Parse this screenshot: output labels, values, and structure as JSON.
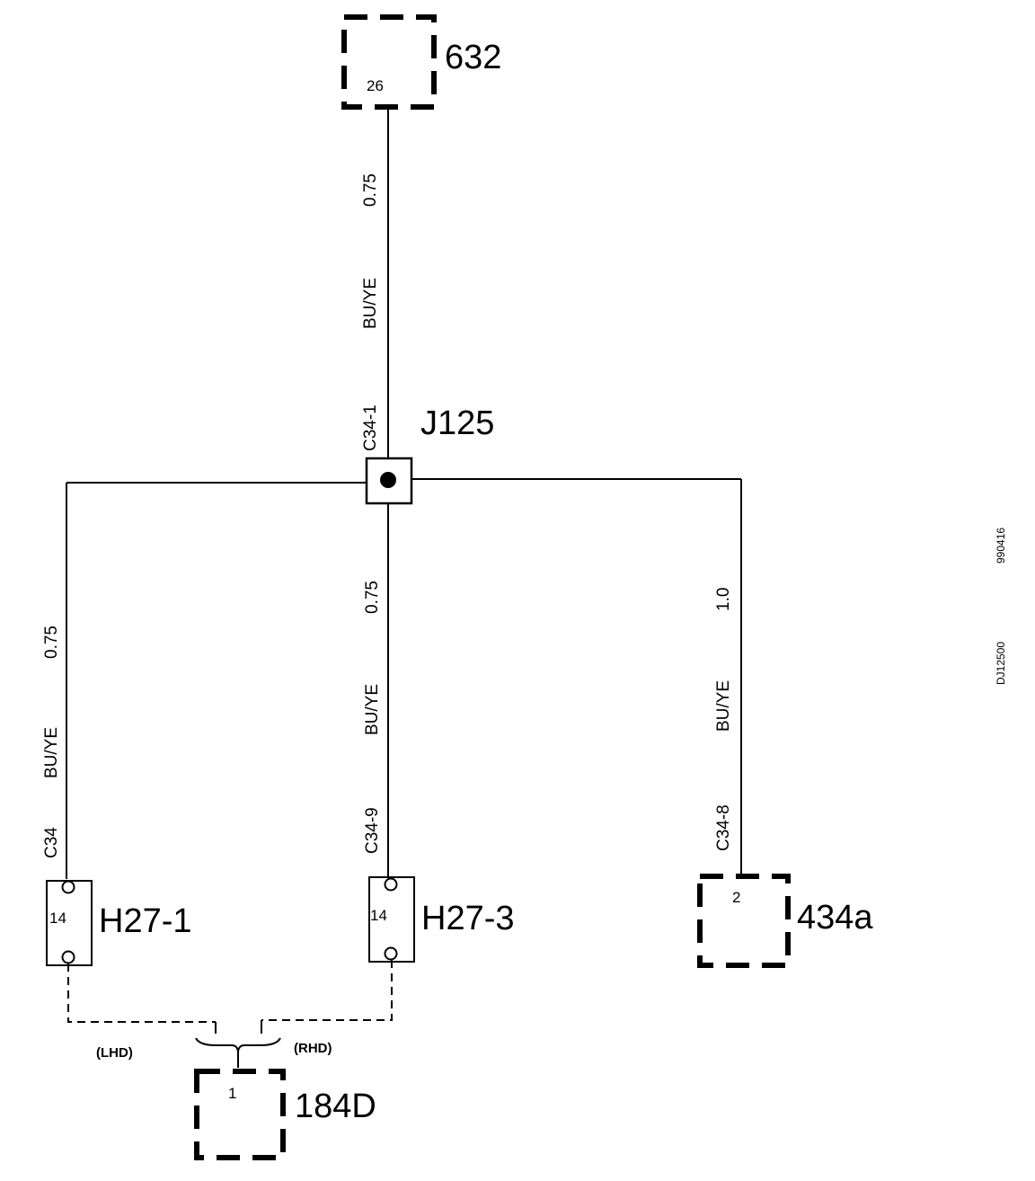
{
  "components": {
    "c632": {
      "label": "632",
      "pin": "26"
    },
    "j125": {
      "label": "J125",
      "connector": "C34-1"
    },
    "h27_1": {
      "label": "H27-1",
      "pin": "14",
      "connector": "C34"
    },
    "h27_3": {
      "label": "H27-3",
      "pin": "14",
      "connector": "C34-9"
    },
    "c434a": {
      "label": "434a",
      "pin": "2",
      "connector": "C34-8"
    },
    "c184d": {
      "label": "184D",
      "pin": "1"
    }
  },
  "wires": {
    "top": {
      "gauge": "0.75",
      "color": "BU/YE"
    },
    "left": {
      "gauge": "0.75",
      "color": "BU/YE"
    },
    "middle": {
      "gauge": "0.75",
      "color": "BU/YE"
    },
    "right": {
      "gauge": "1.0",
      "color": "BU/YE"
    }
  },
  "variants": {
    "lhd": "(LHD)",
    "rhd": "(RHD)"
  },
  "margin_notes": {
    "date": "990416",
    "drawing_id": "DJ12500"
  }
}
